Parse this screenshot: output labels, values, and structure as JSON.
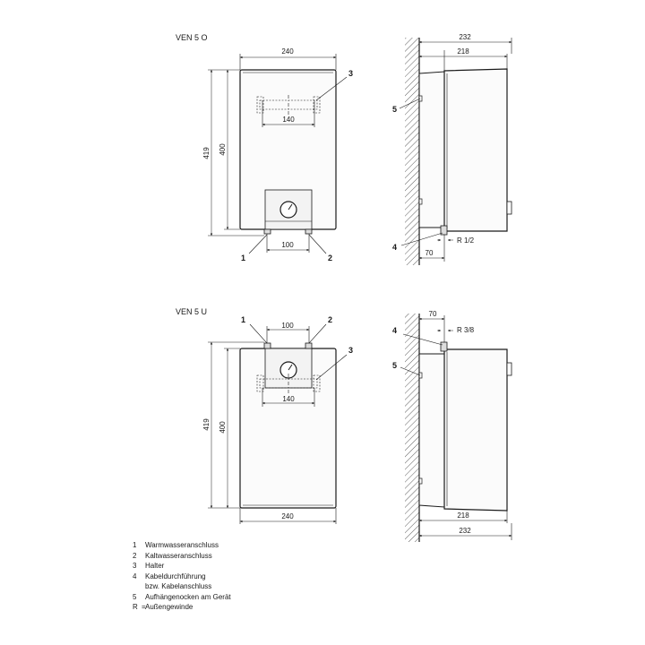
{
  "views": {
    "top_title": "VEN 5 O",
    "bottom_title": "VEN 5 U"
  },
  "dimensions": {
    "width_240": "240",
    "height_419": "419",
    "height_400": "400",
    "bracket_140": "140",
    "connection_100": "100",
    "depth_232": "232",
    "depth_218": "218",
    "offset_70": "70",
    "thread_top": "R 1/2",
    "thread_bottom": "R 3/8"
  },
  "callouts": [
    "1",
    "2",
    "3",
    "4",
    "5"
  ],
  "legend": [
    {
      "key": "1",
      "sep": "",
      "text": "Warmwasseranschluss"
    },
    {
      "key": "2",
      "sep": "",
      "text": "Kaltwasseranschluss"
    },
    {
      "key": "3",
      "sep": "",
      "text": "Halter"
    },
    {
      "key": "4",
      "sep": "",
      "text": "Kabeldurchführung"
    },
    {
      "key": "",
      "sep": "",
      "text": "bzw. Kabelanschluss"
    },
    {
      "key": "5",
      "sep": "",
      "text": "Aufhängenocken am Gerät"
    },
    {
      "key": "R",
      "sep": "=",
      "text": "Außengewinde"
    }
  ]
}
